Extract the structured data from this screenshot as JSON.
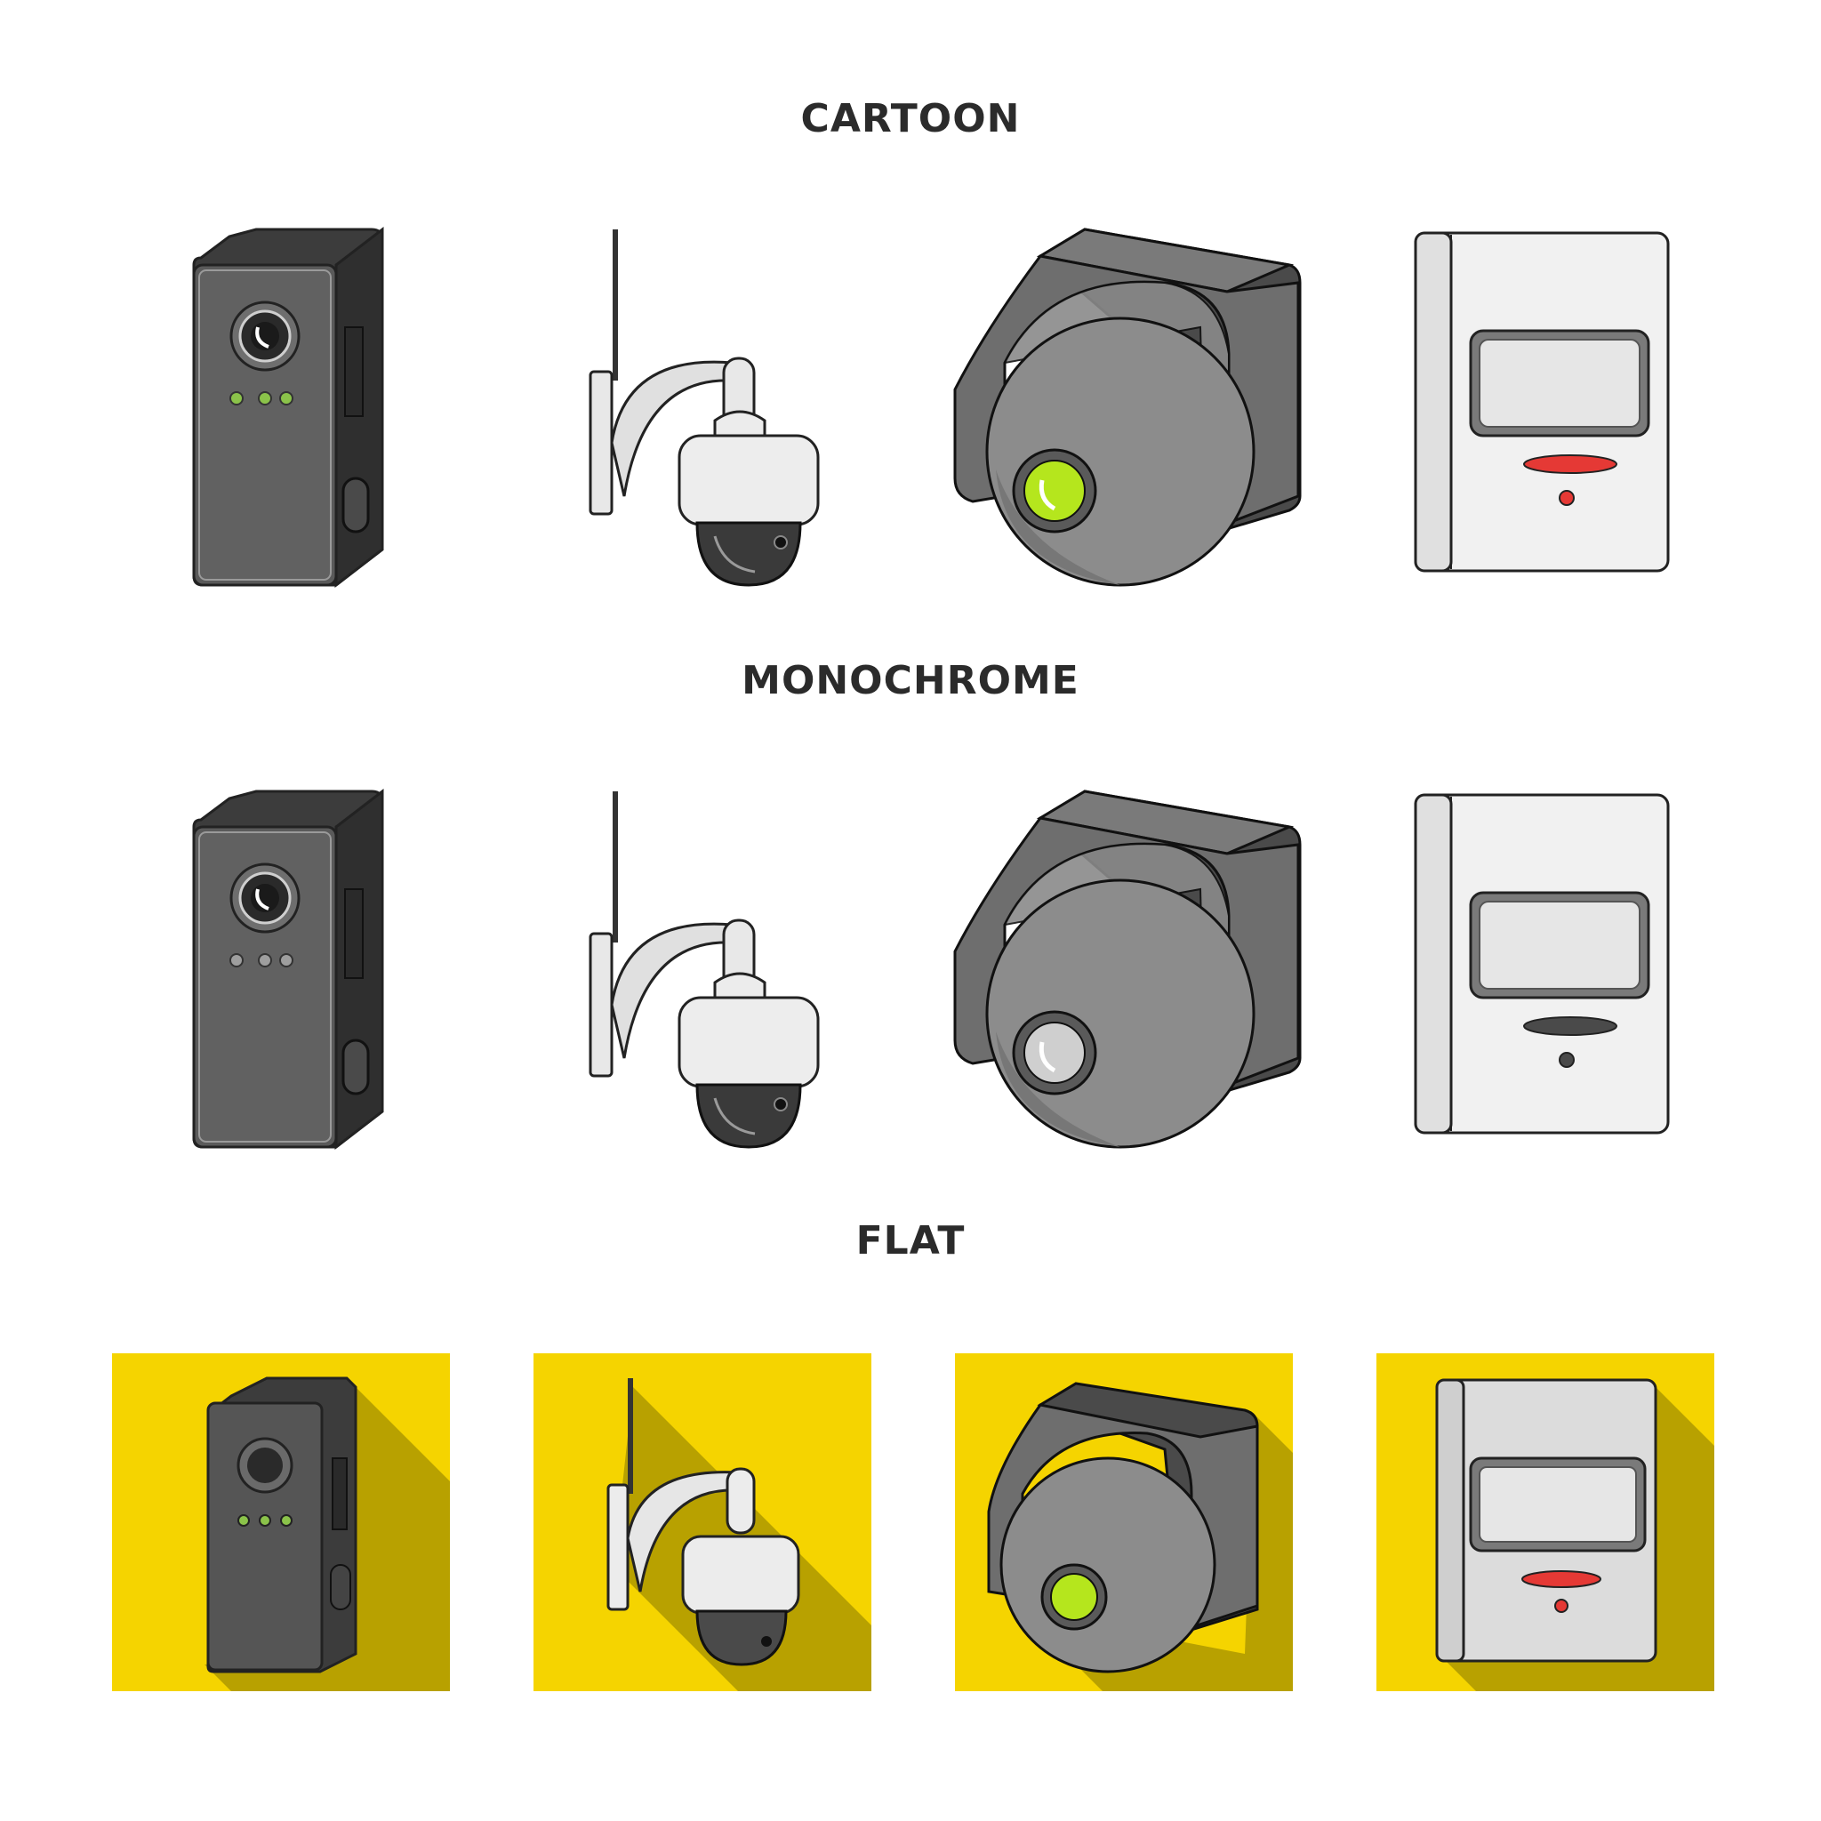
{
  "sections": [
    {
      "label": "CARTOON",
      "icons": [
        "intercom-camera-icon",
        "dome-cctv-camera-icon",
        "ptz-camera-icon",
        "motion-sensor-icon"
      ]
    },
    {
      "label": "MONOCHROME",
      "icons": [
        "intercom-camera-icon",
        "dome-cctv-camera-icon",
        "ptz-camera-icon",
        "motion-sensor-icon"
      ]
    },
    {
      "label": "FLAT",
      "icons": [
        "intercom-camera-icon",
        "dome-cctv-camera-icon",
        "ptz-camera-icon",
        "motion-sensor-icon"
      ]
    }
  ],
  "colors": {
    "flat_background": "#f5d400",
    "flat_shadow": "#b8a100",
    "indicator_green": "#8bc34a",
    "indicator_gray": "#9e9e9e",
    "sensor_red": "#e53935",
    "lens_green": "#b5e61d"
  }
}
